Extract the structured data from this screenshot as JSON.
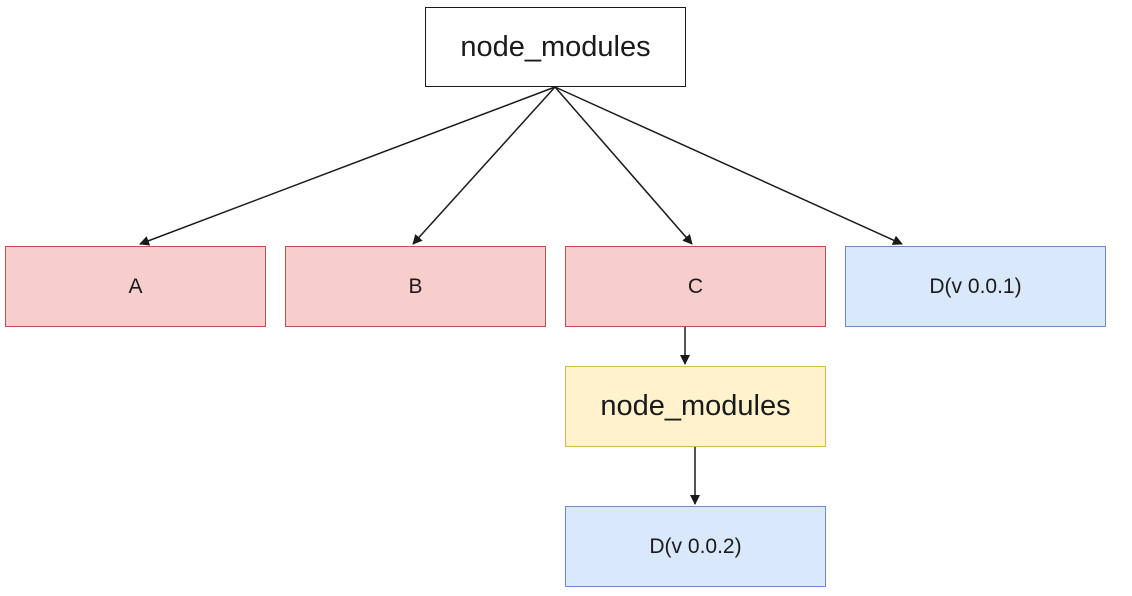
{
  "colors": {
    "root_fill": "#ffffff",
    "root_stroke": "#1a1a1a",
    "red_fill": "#f8cecc",
    "red_stroke": "#b85450",
    "blue_fill": "#dae8fc",
    "blue_stroke": "#6c8ebf",
    "yellow_fill": "#fff2cc",
    "yellow_stroke": "#d6b656",
    "edge": "#1a1a1a"
  },
  "nodes": {
    "root": {
      "label": "node_modules"
    },
    "a": {
      "label": "A"
    },
    "b": {
      "label": "B"
    },
    "c": {
      "label": "C"
    },
    "d1": {
      "label": "D(v 0.0.1)"
    },
    "nested_modules": {
      "label": "node_modules"
    },
    "d2": {
      "label": "D(v 0.0.2)"
    }
  }
}
